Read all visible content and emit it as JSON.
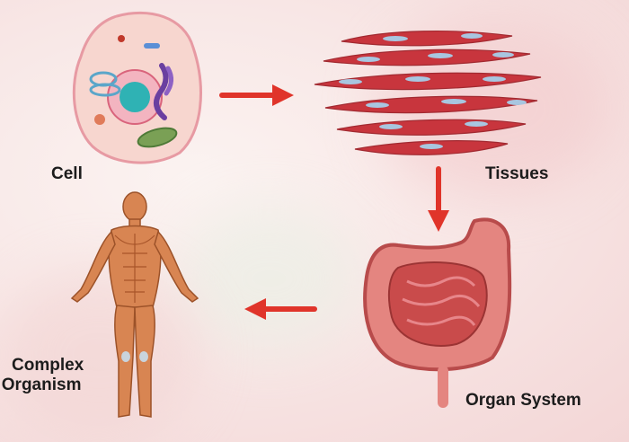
{
  "stages": {
    "cell": "Cell",
    "tissues": "Tissues",
    "organ_system": "Organ System",
    "complex_organism_line1": "Complex",
    "complex_organism_line2": "Organism"
  },
  "colors": {
    "arrow": "#e0342a",
    "cell_membrane": "#f7d6cf",
    "tissue": "#c8353d",
    "intestine": "#c94b4b",
    "muscle": "#d88552"
  }
}
